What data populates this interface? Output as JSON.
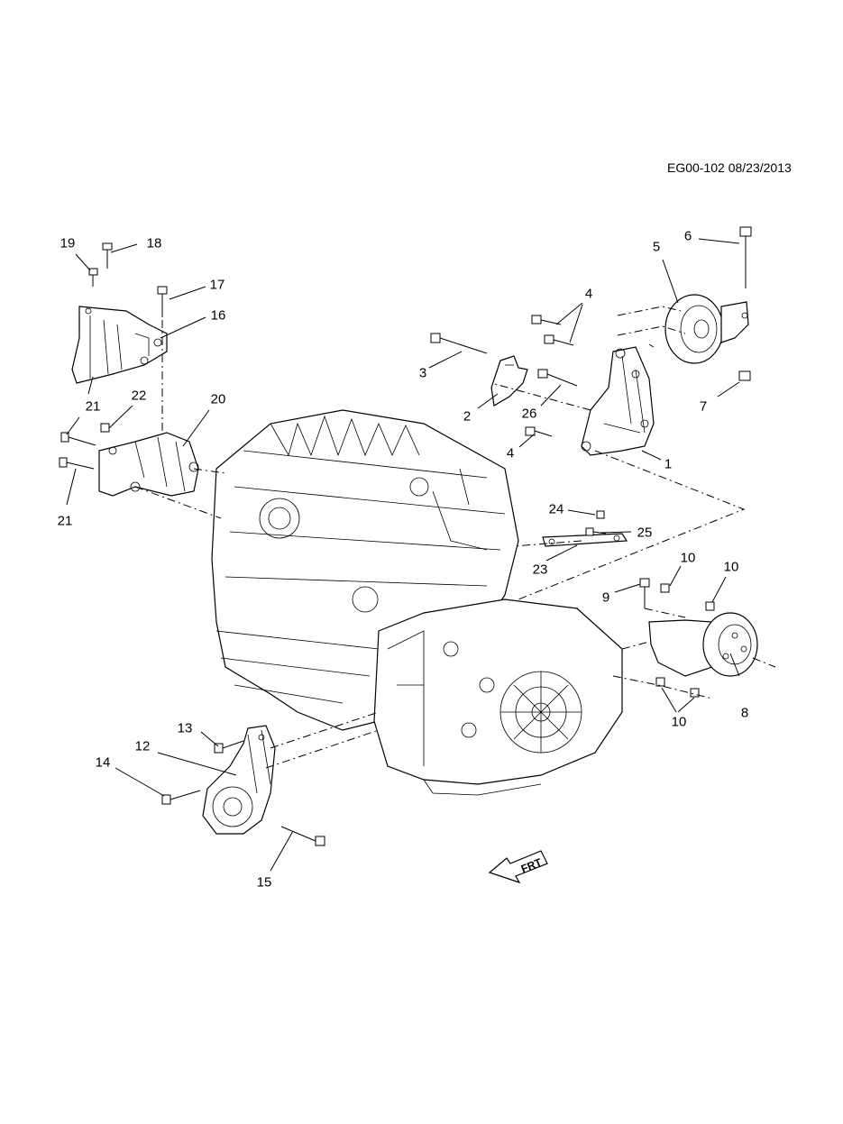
{
  "diagram": {
    "reference": "EG00-102 08/23/2013",
    "callouts": [
      {
        "id": "c1",
        "label": "1"
      },
      {
        "id": "c2",
        "label": "2"
      },
      {
        "id": "c3",
        "label": "3"
      },
      {
        "id": "c4a",
        "label": "4"
      },
      {
        "id": "c4b",
        "label": "4"
      },
      {
        "id": "c5",
        "label": "5"
      },
      {
        "id": "c6",
        "label": "6"
      },
      {
        "id": "c7",
        "label": "7"
      },
      {
        "id": "c8",
        "label": "8"
      },
      {
        "id": "c9",
        "label": "9"
      },
      {
        "id": "c10a",
        "label": "10"
      },
      {
        "id": "c10b",
        "label": "10"
      },
      {
        "id": "c10c",
        "label": "10"
      },
      {
        "id": "c12",
        "label": "12"
      },
      {
        "id": "c13",
        "label": "13"
      },
      {
        "id": "c14",
        "label": "14"
      },
      {
        "id": "c15",
        "label": "15"
      },
      {
        "id": "c16",
        "label": "16"
      },
      {
        "id": "c17",
        "label": "17"
      },
      {
        "id": "c18",
        "label": "18"
      },
      {
        "id": "c19",
        "label": "19"
      },
      {
        "id": "c20",
        "label": "20"
      },
      {
        "id": "c21a",
        "label": "21"
      },
      {
        "id": "c21b",
        "label": "21"
      },
      {
        "id": "c22",
        "label": "22"
      },
      {
        "id": "c23",
        "label": "23"
      },
      {
        "id": "c24",
        "label": "24"
      },
      {
        "id": "c25",
        "label": "25"
      },
      {
        "id": "c26",
        "label": "26"
      }
    ],
    "front_arrow_label": "FRT"
  }
}
